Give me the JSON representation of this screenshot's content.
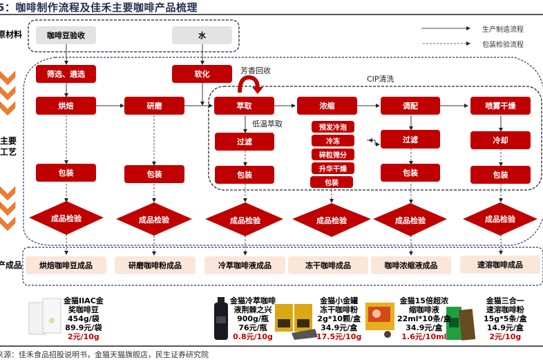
{
  "title": "5：咖啡制作流程及佳禾主要咖啡产品梳理",
  "legend": {
    "solid": "生产制造流程",
    "dashed": "包装检验流程"
  },
  "side_labels": {
    "raw": "原材料",
    "process_line1": "主要",
    "process_line2": "工艺",
    "product": "产成品"
  },
  "raw_materials": [
    "咖啡豆验收",
    "水"
  ],
  "steps": {
    "screen": "筛选、遴选",
    "soften": "软化",
    "roast": "烘焙",
    "grind": "研磨",
    "extract": "萃取",
    "concentrate": "浓缩",
    "blend": "调配",
    "spray_dry": "喷雾干燥",
    "filter1": "过滤",
    "filter2": "过滤",
    "cool": "冷却",
    "pack": "包装"
  },
  "freeze_steps": [
    "预发冷泡",
    "冷冻",
    "碎粒筛分",
    "升华干燥",
    "包装"
  ],
  "notes": {
    "aroma": "芳香回收",
    "cip": "CIP清洗",
    "low_temp": "低温萃取"
  },
  "inspection": "成品检验",
  "finished_products": [
    "烘焙咖啡豆成品",
    "研磨咖啡粉成品",
    "冷萃咖啡液成品",
    "冻干咖啡成品",
    "咖啡浓缩液成品",
    "速溶咖啡成品"
  ],
  "products": [
    {
      "lines": [
        "金猫IIAC金",
        "奖咖啡豆",
        "454g/袋",
        "89.9元/袋"
      ],
      "unit_price": "2元/10g"
    },
    {
      "lines": [
        "金猫冷萃咖啡",
        "液荆棘之兴",
        "900g/瓶",
        "76元/瓶"
      ],
      "unit_price": "0.8元/10g"
    },
    {
      "lines": [
        "金猫小金罐",
        "冻干咖啡粉",
        "2g*10颗/盒",
        "34.9元/盒"
      ],
      "unit_price": "17.5元/10g"
    },
    {
      "lines": [
        "金猫15倍超浓",
        "缩咖啡液",
        "22ml*10条/盒",
        "34.9元/盒"
      ],
      "unit_price": "1.6元/10ml"
    },
    {
      "lines": [
        "金猫三合一",
        "速溶咖啡粉",
        "15g*5条/盒",
        "14.9元/盒"
      ],
      "unit_price": "2元/10g"
    }
  ],
  "source": "来源：佳禾食品招股说明书，金猫天猫旗舰店，民生证券研究院",
  "colors": {
    "primary_red": "#c00000",
    "product_bg": "#fbe6da",
    "raw_bg": "#e3e3e3",
    "chevron": "#ed7d31",
    "outline_navy": "#1f3864"
  }
}
